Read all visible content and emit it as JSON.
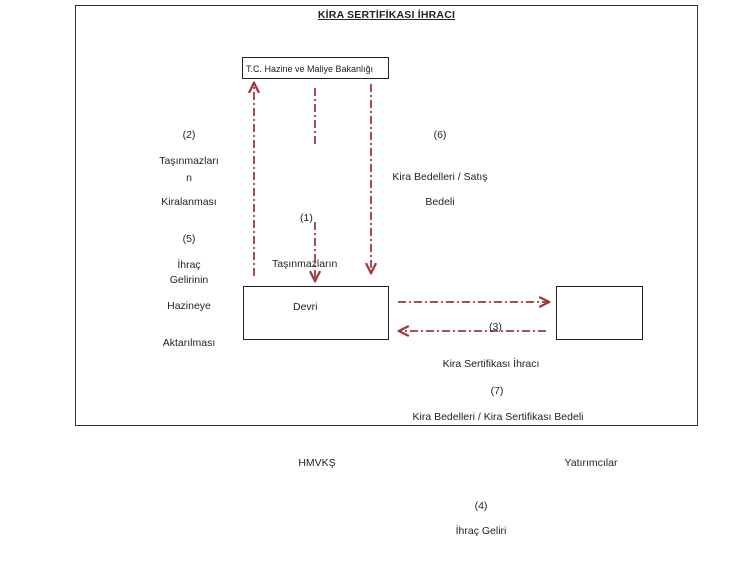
{
  "diagram": {
    "title": "KİRA SERTİFİKASI İHRACI",
    "nodes": {
      "bakanlik": "T.C. Hazine ve Maliye Bakanlığı",
      "hmvks_box_text": "Devri",
      "hmvks": "HMVKŞ",
      "yatirimcilar": "Yatırımcılar"
    },
    "labels": {
      "step2_num": "(2)",
      "step2_line1": "Taşınmazları",
      "step2_line2": "n",
      "step2_line3": "Kiralanması",
      "step5_num": "(5)",
      "step5_line1": "İhraç",
      "step5_line2": "Gelirinin",
      "step5_line3": "Hazineye",
      "step5_line4": "Aktarılması",
      "step1_num": "(1)",
      "step1_line1": "Taşınmazların",
      "step6_num": "(6)",
      "step6_line1": "Kira Bedelleri / Satış",
      "step6_line2": "Bedeli",
      "step3_num": "(3)",
      "step3_line1": "Kira Sertifikası İhracı",
      "step7_num": "(7)",
      "step7_line1": "Kira Bedelleri / Kira Sertifikası Bedeli",
      "step4_num": "(4)",
      "step4_line1": "İhraç Geliri"
    },
    "colors": {
      "arrow": "#a0393b",
      "border": "#222222"
    }
  }
}
